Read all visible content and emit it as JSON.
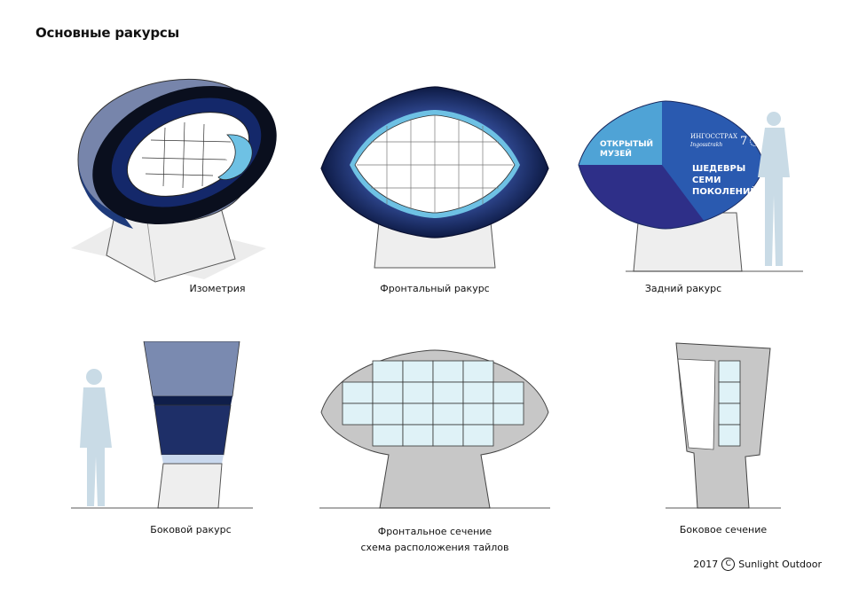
{
  "page": {
    "title": "Основные ракурсы"
  },
  "views": {
    "isometry": "Изометрия",
    "front": "Фронтальный ракурс",
    "back": "Задний ракурс",
    "side": "Боковой ракурс",
    "front_section_line1": "Фронтальное сечение",
    "front_section_line2": "схема расположения тайлов",
    "side_section": "Боковое сечение"
  },
  "back_panel": {
    "left_text_line1": "ОТКРЫТЫЙ",
    "left_text_line2": "МУЗЕЙ",
    "logo_text_line1": "ИНГОССТРАХ",
    "logo_text_line2": "Ingosstrakh",
    "logo_number": "7",
    "right_text_line1": "ШЕДЕВРЫ",
    "right_text_line2": "СЕМИ",
    "right_text_line3": "ПОКОЛЕНИЙ"
  },
  "footer": {
    "year": "2017",
    "copyright_symbol": "C",
    "company": "Sunlight Outdoor"
  },
  "colors": {
    "dark_navy": "#0f1e4a",
    "shell_grey_blue": "#7a8ab0",
    "light_blue": "#6ec1e4",
    "panel_blue": "#2a5ab0",
    "panel_purple": "#2e2f88",
    "pedestal": "#ececec",
    "tile": "#dff2f7",
    "section_grey": "#c7c7c7",
    "silhouette": "#c9dbe6"
  }
}
